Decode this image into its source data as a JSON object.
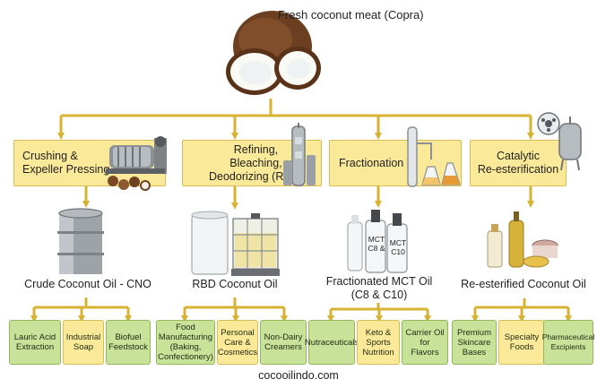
{
  "source_label": "Fresh coconut meat (Copra)",
  "processes": [
    {
      "lines": [
        "Crushing &",
        "Expeller Pressing"
      ]
    },
    {
      "lines": [
        "Refining,",
        "Bleaching,",
        "Deodorizing (RBD)"
      ]
    },
    {
      "lines": [
        "Fractionation"
      ]
    },
    {
      "lines": [
        "Catalytic",
        "Re-esterification"
      ]
    }
  ],
  "products": [
    {
      "lines": [
        "Crude Coconut Oil - CNO"
      ]
    },
    {
      "lines": [
        "RBD Coconut Oil"
      ]
    },
    {
      "lines": [
        "Fractionated MCT Oil",
        "(C8 & C10)"
      ]
    },
    {
      "lines": [
        "Re-esterified Coconut Oil"
      ]
    }
  ],
  "bottle_labels": {
    "left": [
      "MCT",
      "C8 &"
    ],
    "right": [
      "MCT",
      "C10"
    ]
  },
  "applications": [
    [
      [
        "Lauric Acid",
        "Extraction"
      ],
      [
        "Industrial",
        "Soap"
      ],
      [
        "Biofuel",
        "Feedstock"
      ]
    ],
    [
      [
        "Food",
        "Manufacturing",
        "(Baking,",
        "Confectionery)"
      ],
      [
        "Personal",
        "Care &",
        "Cosmetics"
      ],
      [
        "Non-Dairy",
        "Creamers"
      ]
    ],
    [
      [
        "Nutraceuticals"
      ],
      [
        "Keto &",
        "Sports",
        "Nutrition"
      ],
      [
        "Carrier Oil",
        "for",
        "Flavors"
      ]
    ],
    [
      [
        "Premium",
        "Skincare",
        "Bases"
      ],
      [
        "Specialty",
        "Foods"
      ],
      [
        "Pharmaceutical",
        "Excipients"
      ]
    ]
  ],
  "footer": "cocooilindo.com",
  "colors": {
    "arrow": "#d8b232",
    "process_fill": "#fbe99a",
    "app_green": "#c9e29a",
    "app_yellow": "#fbe99a"
  }
}
